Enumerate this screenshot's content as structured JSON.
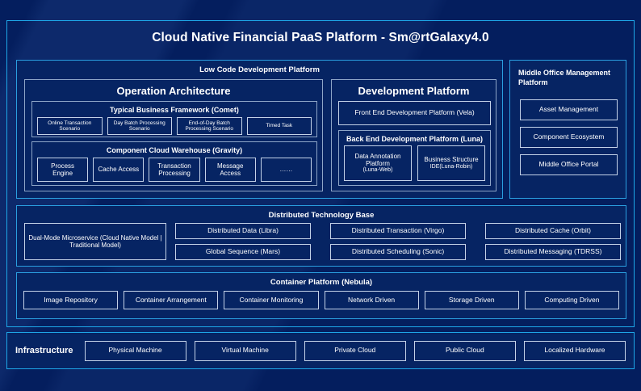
{
  "title": "Cloud Native Financial PaaS Platform - Sm@rtGalaxy4.0",
  "low_code": {
    "title": "Low Code Development Platform",
    "operation_architecture": {
      "title": "Operation Architecture",
      "typical_business": {
        "title": "Typical Business Framework (Comet)",
        "items": [
          "Online Transaction Scenario",
          "Day Batch Processing Scenario",
          "End-of-Day Batch Processing Scenario",
          "Timed Task"
        ]
      },
      "component_warehouse": {
        "title": "Component Cloud Warehouse (Gravity)",
        "items": [
          "Process Engine",
          "Cache Access",
          "Transaction Processing",
          "Message Access",
          "……"
        ]
      }
    },
    "development_platform": {
      "title": "Development Platform",
      "front_end": "Front End Development Platform (Vela)",
      "back_end": {
        "title": "Back End Development Platform (Luna)",
        "items": [
          {
            "main": "Data Annotation Platform",
            "sub": "(Luna-Web)"
          },
          {
            "main": "Business Structure",
            "sub": "IDE(Luna-Robin)"
          }
        ]
      }
    }
  },
  "middle_office": {
    "title": "Middle Office Management Platform",
    "items": [
      "Asset Management",
      "Component Ecosystem",
      "Middle Office Portal"
    ]
  },
  "distributed_technology_base": {
    "title": "Distributed Technology Base",
    "dual_mode": "Dual-Mode Microservice (Cloud Native Model | Traditional Model)",
    "columns": [
      [
        "Distributed Data (Libra)",
        "Global Sequence (Mars)"
      ],
      [
        "Distributed Transaction (Virgo)",
        "Distributed Scheduling (Sonic)"
      ],
      [
        "Distributed Cache (Orbit)",
        "Distributed Messaging (TDRSS)"
      ]
    ]
  },
  "container_platform": {
    "title": "Container Platform (Nebula)",
    "items": [
      "Image Repository",
      "Container Arrangement",
      "Container Monitoring",
      "Network Driven",
      "Storage Driven",
      "Computing Driven"
    ]
  },
  "infrastructure": {
    "label": "Infrastructure",
    "items": [
      "Physical Machine",
      "Virtual Machine",
      "Private Cloud",
      "Public Cloud",
      "Localized Hardware"
    ]
  },
  "colors": {
    "background": "#041e5e",
    "panel_fill": "#062463",
    "accent_border": "#1ea7e8",
    "group_border": "#8ea6c8",
    "chip_border": "#c3d2e8",
    "text": "#ffffff"
  }
}
